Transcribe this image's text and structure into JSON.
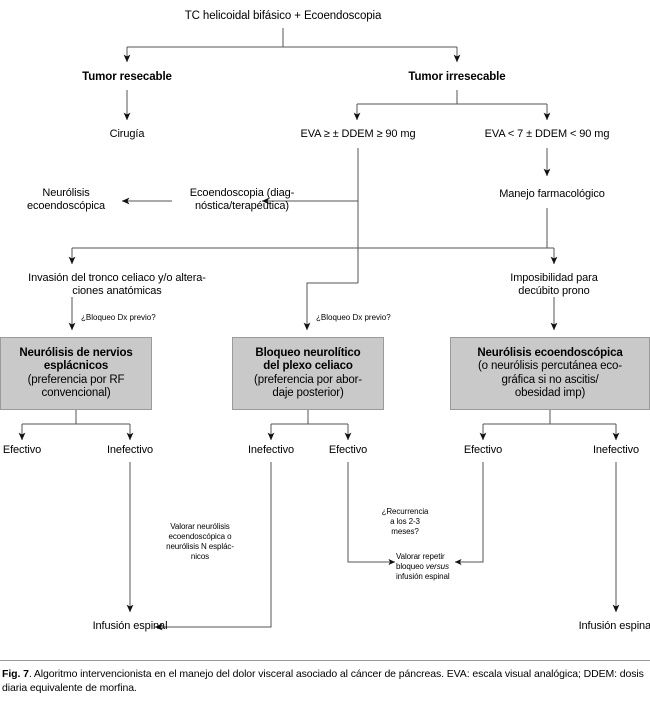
{
  "figure": {
    "label": "Fig. 7",
    "caption": ". Algoritmo intervencionista en el manejo del dolor visceral asociado al cáncer de páncreas. EVA: escala visual analógica; DDEM: dosis diaria equivalente de morfina."
  },
  "nodes": {
    "root": "TC helicoidal bifásico + Ecoendoscopia",
    "tumor_resecable": "Tumor resecable",
    "tumor_irresecable": "Tumor irresecable",
    "cirugia": "Cirugía",
    "eva_alto": "EVA ≥ ± DDEM ≥ 90 mg",
    "eva_bajo": "EVA < 7 ± DDEM < 90 mg",
    "neurolisis_eco_line1": "Neurólisis",
    "neurolisis_eco_line2": "ecoendoscópica",
    "ecoendoscopia_line1": "Ecoendoscopia (diag-",
    "ecoendoscopia_line2": "nóstica/terapéutica)",
    "manejo_farmacologico": "Manejo farmacológico",
    "invasion_line1": "Invasión del tronco celiaco y/o altera-",
    "invasion_line2": "ciones anatómicas",
    "imposibilidad_line1": "Imposibilidad para",
    "imposibilidad_line2": "decúbito prono"
  },
  "edge_labels": {
    "bloqueo_dx_left": "¿Bloqueo Dx previo?",
    "bloqueo_dx_mid": "¿Bloqueo Dx previo?"
  },
  "boxes": [
    {
      "id": "box-neurolisis-esplacnicos",
      "head": [
        "Neurólisis de nervios",
        "esplácnicos"
      ],
      "body": [
        "(preferencia por RF",
        "convencional)"
      ]
    },
    {
      "id": "box-bloqueo-plexo-celiaco",
      "head": [
        "Bloqueo neurolítico",
        "del plexo celiaco"
      ],
      "body": [
        "(preferencia por abor-",
        "daje posterior)"
      ]
    },
    {
      "id": "box-neurolisis-ecoendoscopica",
      "head": [
        "Neurólisis ecoendoscópica"
      ],
      "body": [
        "(o neurólisis percutánea eco-",
        "gráfica si no ascitis/",
        "obesidad imp)"
      ]
    }
  ],
  "outcomes": {
    "o1": "Efectivo",
    "o2": "Inefectivo",
    "o3": "Inefectivo",
    "o4": "Efectivo",
    "o5": "Efectivo",
    "o6": "Inefectivo"
  },
  "annotations": {
    "valorar_neurolisis": [
      "Valorar neurólisis",
      "ecoendoscópica o",
      "neurólisis N esplác-",
      "nicos"
    ],
    "recurrencia": [
      "¿Recurrencia",
      "a los 2-3",
      "meses?"
    ],
    "valorar_repetir": {
      "line1": "Valorar repetir",
      "line2_pre": "bloqueo ",
      "line2_ital": "versus",
      "line3": "infusión espinal"
    }
  },
  "terminals": {
    "infusion_left": "Infusión espinal",
    "infusion_right": "Infusión espinal"
  },
  "colors": {
    "box_fill": "#c9c9c9",
    "box_border": "#9a9a9a",
    "line": "#555555",
    "text": "#000000"
  }
}
